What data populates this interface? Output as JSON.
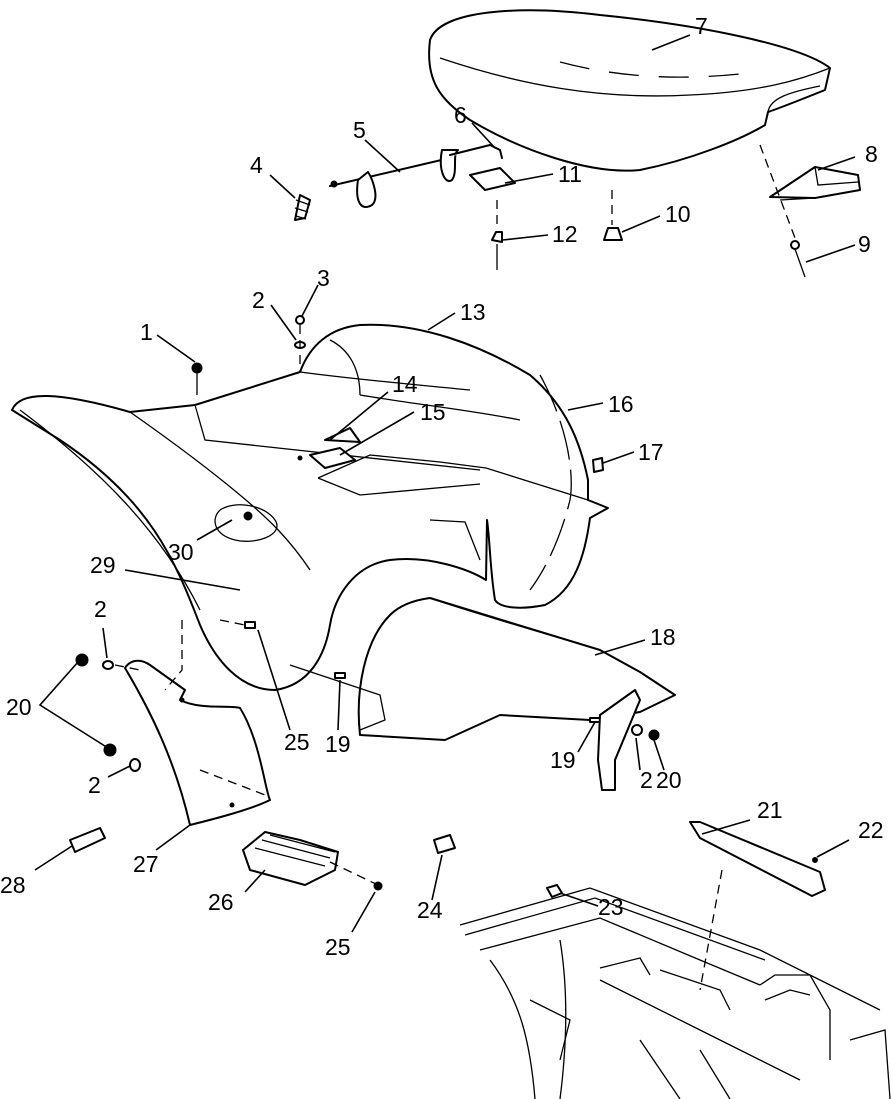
{
  "callouts": [
    {
      "id": "c1",
      "label": "1"
    },
    {
      "id": "c2a",
      "label": "2"
    },
    {
      "id": "c3",
      "label": "3"
    },
    {
      "id": "c4",
      "label": "4"
    },
    {
      "id": "c5",
      "label": "5"
    },
    {
      "id": "c6",
      "label": "6"
    },
    {
      "id": "c7",
      "label": "7"
    },
    {
      "id": "c8",
      "label": "8"
    },
    {
      "id": "c9",
      "label": "9"
    },
    {
      "id": "c10",
      "label": "10"
    },
    {
      "id": "c11",
      "label": "11"
    },
    {
      "id": "c12",
      "label": "12"
    },
    {
      "id": "c13",
      "label": "13"
    },
    {
      "id": "c14",
      "label": "14"
    },
    {
      "id": "c15",
      "label": "15"
    },
    {
      "id": "c16",
      "label": "16"
    },
    {
      "id": "c17",
      "label": "17"
    },
    {
      "id": "c18",
      "label": "18"
    },
    {
      "id": "c19a",
      "label": "19"
    },
    {
      "id": "c19b",
      "label": "19"
    },
    {
      "id": "c2b",
      "label": "2"
    },
    {
      "id": "c2c",
      "label": "2"
    },
    {
      "id": "c2d",
      "label": "2"
    },
    {
      "id": "c20a",
      "label": "20"
    },
    {
      "id": "c20b",
      "label": "20"
    },
    {
      "id": "c21",
      "label": "21"
    },
    {
      "id": "c22",
      "label": "22"
    },
    {
      "id": "c23",
      "label": "23"
    },
    {
      "id": "c24",
      "label": "24"
    },
    {
      "id": "c25a",
      "label": "25"
    },
    {
      "id": "c25b",
      "label": "25"
    },
    {
      "id": "c26",
      "label": "26"
    },
    {
      "id": "c27",
      "label": "27"
    },
    {
      "id": "c28",
      "label": "28"
    },
    {
      "id": "c29",
      "label": "29"
    },
    {
      "id": "c30",
      "label": "30"
    }
  ]
}
